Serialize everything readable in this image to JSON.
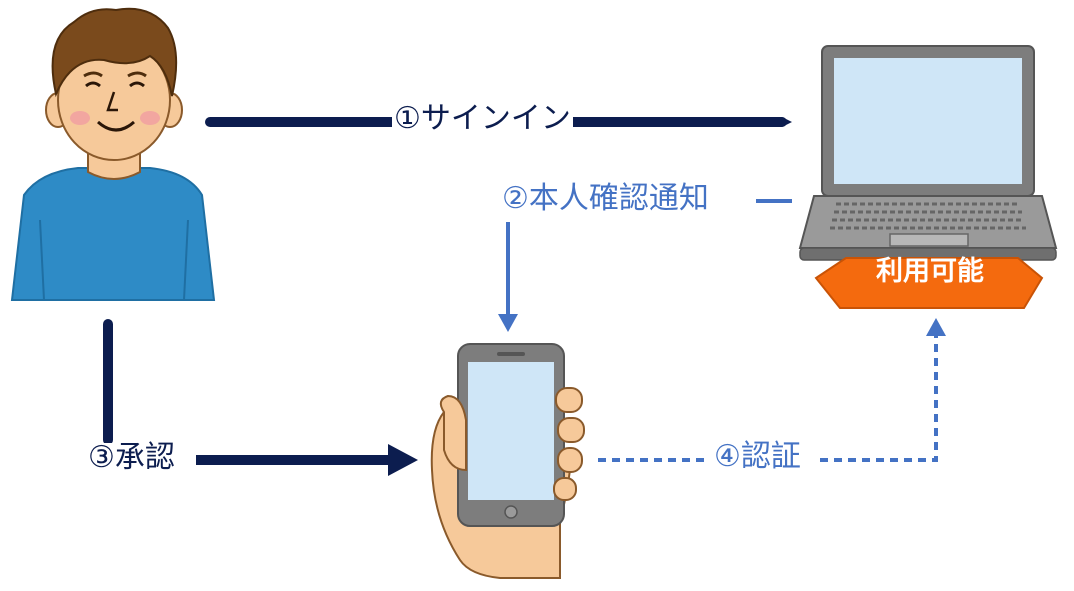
{
  "steps": {
    "signin": "①サインイン",
    "notify": "②本人確認通知",
    "approve": "③承認",
    "auth": "④認証"
  },
  "badge": {
    "label": "利用可能",
    "color": "#f46a0e"
  },
  "colors": {
    "dark_arrow": "#0c1d4f",
    "blue_arrow": "#4472c4",
    "shirt": "#2e8bc6",
    "screen": "#cfe6f7",
    "device_frame": "#7d7d7d"
  },
  "icons": [
    "person-icon",
    "laptop-icon",
    "smartphone-in-hand-icon"
  ]
}
